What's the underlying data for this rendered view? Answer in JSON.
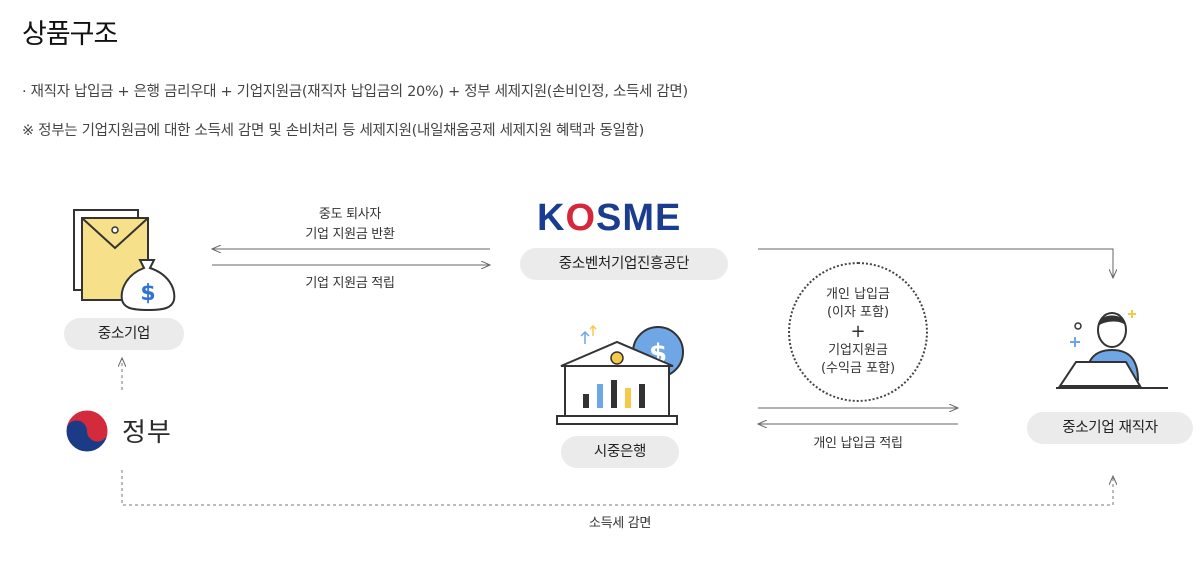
{
  "title": "상품구조",
  "bullet": "· 재직자 납입금 + 은행 금리우대 + 기업지원금(재직자 납입금의 20%) + 정부 세제지원(손비인정, 소득세 감면)",
  "note": "※ 정부는 기업지원금에 대한 소득세 감면 및 손비처리 등 세제지원(내일채움공제 세제지원 혜택과 동일함)",
  "nodes": {
    "company": "중소기업",
    "government": "정부",
    "kosme_logo": "KOSME",
    "kosme": "중소벤처기업진흥공단",
    "bank": "시중은행",
    "employee": "중소기업 재직자"
  },
  "arrows": {
    "to_company_line1": "중도 퇴사자",
    "to_company_line2": "기업 지원금 반환",
    "to_kosme": "기업 지원금 적립",
    "to_bank": "개인 납입금 적립",
    "tax": "소득세 감면"
  },
  "circle": {
    "line1": "개인 납입금",
    "line2": "(이자 포함)",
    "plus": "+",
    "line3": "기업지원금",
    "line4": "(수익금 포함)"
  },
  "colors": {
    "kosme_blue": "#1a3d8f",
    "kosme_red": "#d5283a",
    "pill_bg": "#ebebeb",
    "bag_yellow": "#f7e08a",
    "person_blue": "#6fa6e6"
  },
  "icons": {
    "company": "envelope-moneybag-icon",
    "government": "taeguk-icon",
    "bank": "bank-building-icon",
    "employee": "office-worker-icon"
  }
}
